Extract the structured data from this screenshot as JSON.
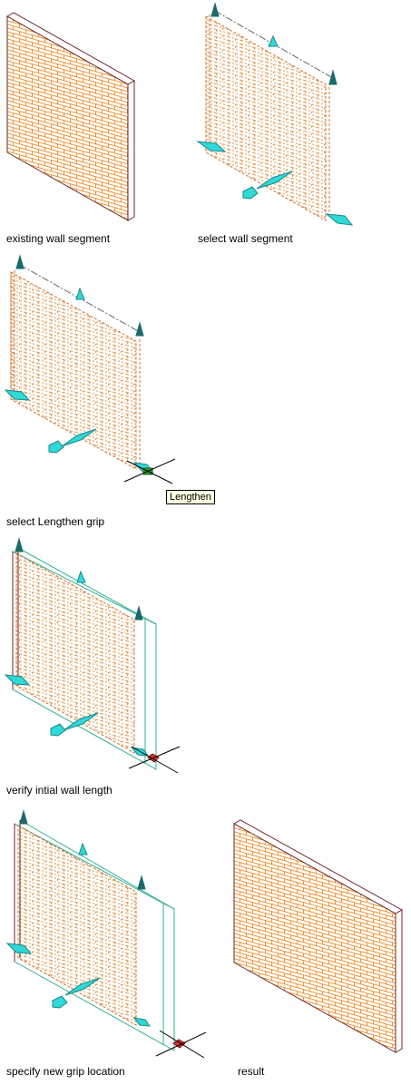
{
  "steps": [
    {
      "caption": "existing wall segment"
    },
    {
      "caption": "select wall segment"
    },
    {
      "caption": "select Lengthen grip",
      "tooltip": "Lengthen"
    },
    {
      "caption": "verify intial wall length"
    },
    {
      "caption": "specify new grip location"
    },
    {
      "caption": "result"
    }
  ],
  "colors": {
    "brick": "#f09030",
    "brick_dashed": "#e09040",
    "wall_outline": "#6a2a2a",
    "grip": "#30d8d8",
    "grip_dark": "#1a6a6a",
    "grip_edge": "#1a8a8a",
    "track_line": "#30b090",
    "cursor": "#000000",
    "hot_grip": "#e03030",
    "active_grip": "#30a030",
    "tooltip_bg": "#ffffe1"
  }
}
